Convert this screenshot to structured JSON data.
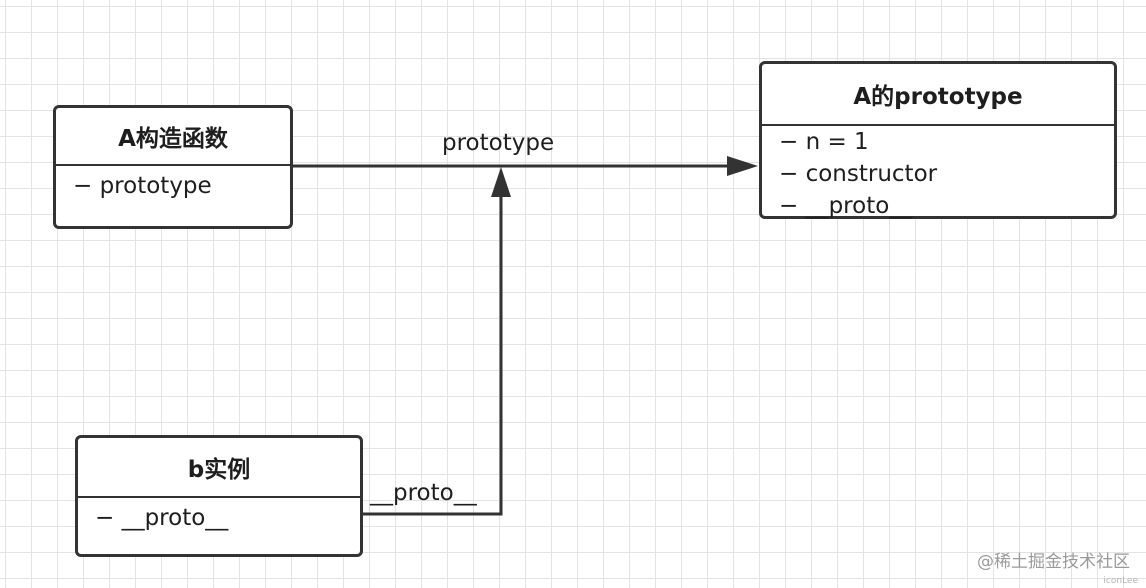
{
  "diagram": {
    "nodes": [
      {
        "id": "constructor-a",
        "title": "A构造函数",
        "rows": [
          "− prototype"
        ]
      },
      {
        "id": "prototype-a",
        "title": "A的prototype",
        "rows": [
          "− n = 1",
          "− constructor",
          "− __proto__"
        ]
      },
      {
        "id": "instance-b",
        "title": "b实例",
        "rows": [
          "− __proto__"
        ]
      }
    ],
    "edges": [
      {
        "from": "constructor-a",
        "to": "prototype-a",
        "label": "prototype"
      },
      {
        "from": "instance-b",
        "to": "edge:constructor-a->prototype-a",
        "label": "__proto__"
      }
    ],
    "colors": {
      "grid": "#e3e3e3",
      "line": "#333333",
      "text": "#1e1e1e"
    }
  },
  "watermark": {
    "text": "@稀土掘金技术社区",
    "sub": "iconLee"
  }
}
